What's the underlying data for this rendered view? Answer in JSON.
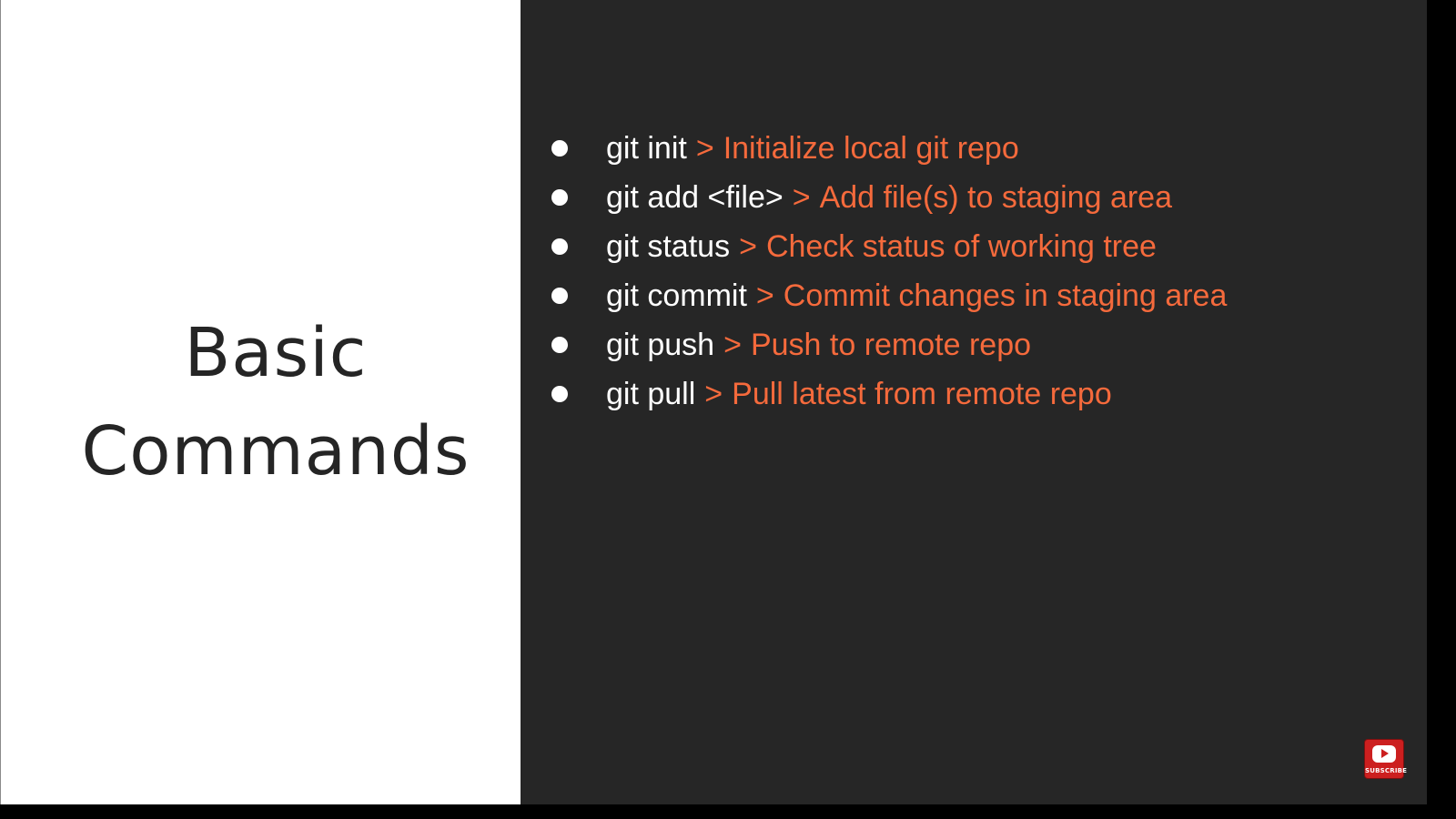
{
  "slide": {
    "title_line1": "Basic",
    "title_line2": "Commands"
  },
  "commands": [
    {
      "command": "git init",
      "arrow": ">",
      "description": "Initialize local git repo"
    },
    {
      "command": "git add <file>",
      "arrow": ">",
      "description": "Add file(s) to staging area"
    },
    {
      "command": "git status",
      "arrow": ">",
      "description": "Check status of working tree"
    },
    {
      "command": "git commit",
      "arrow": ">",
      "description": "Commit changes in staging area"
    },
    {
      "command": "git push",
      "arrow": ">",
      "description": "Push to remote repo"
    },
    {
      "command": "git pull",
      "arrow": ">",
      "description": "Pull latest from remote repo"
    }
  ],
  "subscribe_badge": {
    "label": "SUBSCRIBE",
    "icon": "youtube-play-icon",
    "color": "#cc1f1f"
  },
  "colors": {
    "accent": "#f56a3c",
    "dark_panel": "#262626",
    "light_panel": "#ffffff",
    "title_text": "#252525"
  }
}
